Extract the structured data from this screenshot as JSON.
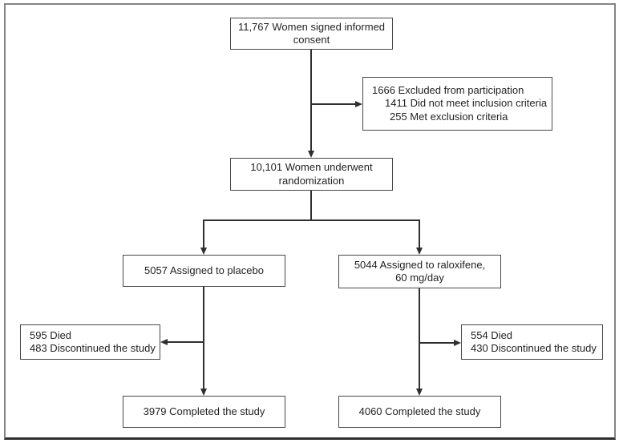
{
  "figure_type": "clinical-trial-enrollment-flow-diagram",
  "boxes": {
    "consent": {
      "lines": [
        "11,767 Women signed informed",
        "consent"
      ]
    },
    "excluded": {
      "lines": [
        "1666 Excluded from participation",
        "1411 Did not meet inclusion criteria",
        "255 Met exclusion criteria"
      ]
    },
    "randomization": {
      "lines": [
        "10,101 Women underwent",
        "randomization"
      ]
    },
    "placebo": {
      "lines": [
        "5057 Assigned to placebo"
      ]
    },
    "raloxifene": {
      "lines": [
        "5044 Assigned to raloxifene,",
        "60 mg/day"
      ]
    },
    "died_placebo": {
      "lines": [
        "595 Died",
        "483 Discontinued the study"
      ]
    },
    "died_raloxifene": {
      "lines": [
        "554 Died",
        "430 Discontinued the study"
      ]
    },
    "completed_placebo": {
      "lines": [
        "3979 Completed the study"
      ]
    },
    "completed_raloxifene": {
      "lines": [
        "4060 Completed the study"
      ]
    }
  },
  "colors": {
    "box_border": "#474747",
    "connector": "#2f2f2f",
    "text": "#231f20",
    "frame_border": "#848484",
    "frame_bottom": "#2e2e2e",
    "background": "#ffffff"
  }
}
